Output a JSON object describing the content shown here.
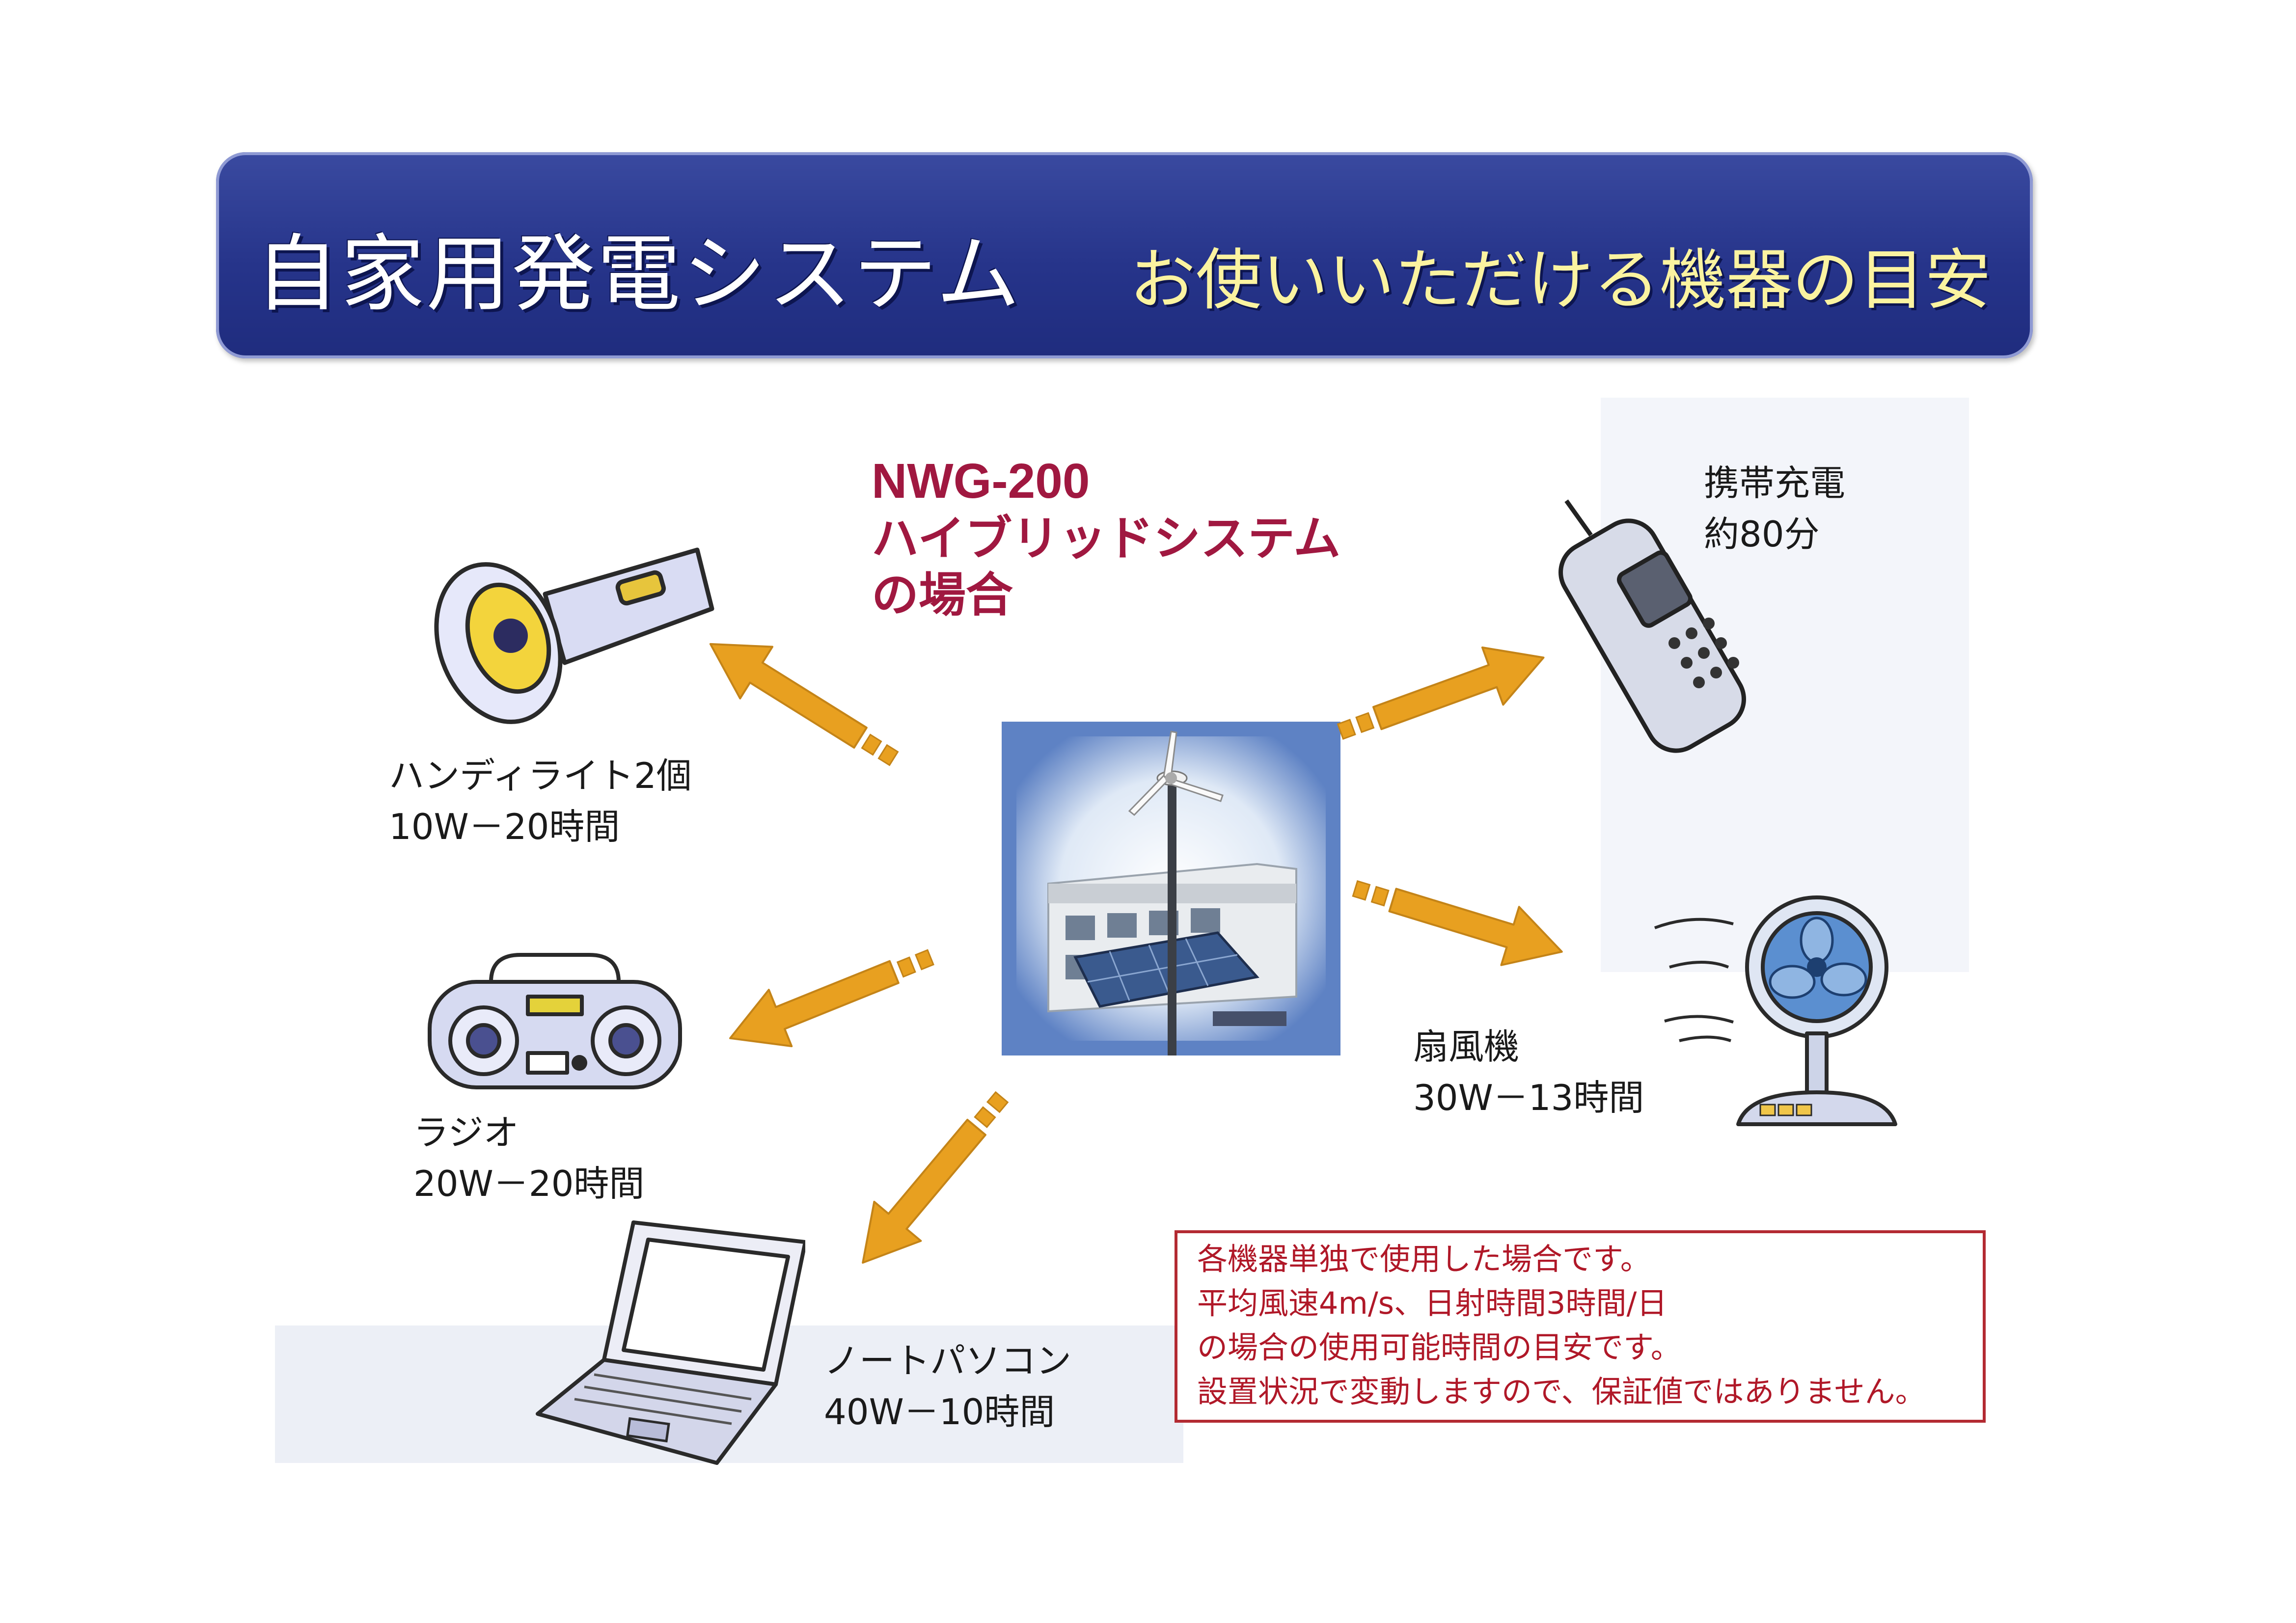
{
  "header": {
    "title": "自家用発電システム",
    "subtitle": "お使いいただける機器の目安"
  },
  "system": {
    "model": "NWG-200",
    "line2": "ハイブリッドシステム",
    "line3": "の場合"
  },
  "devices": {
    "light": {
      "name": "ハンディライト2個",
      "spec": "10W－20時間"
    },
    "radio": {
      "name": "ラジオ",
      "spec": "20W－20時間"
    },
    "laptop": {
      "name": "ノートパソコン",
      "spec": "40W－10時間"
    },
    "phone": {
      "name": "携帯充電",
      "spec": "約80分"
    },
    "fan": {
      "name": "扇風機",
      "spec": "30W－13時間"
    }
  },
  "note": {
    "line1": "各機器単独で使用した場合です。",
    "line2": "平均風速4m/s、日射時間3時間/日",
    "line3": "の場合の使用可能時間の目安です。",
    "line4": "設置状況で変動しますので、保証値ではありません。"
  },
  "colors": {
    "banner": "#26348a",
    "subtitle": "#fbf3a0",
    "model_title": "#a01840",
    "arrow": "#e8a020",
    "note_border": "#b32a32"
  }
}
